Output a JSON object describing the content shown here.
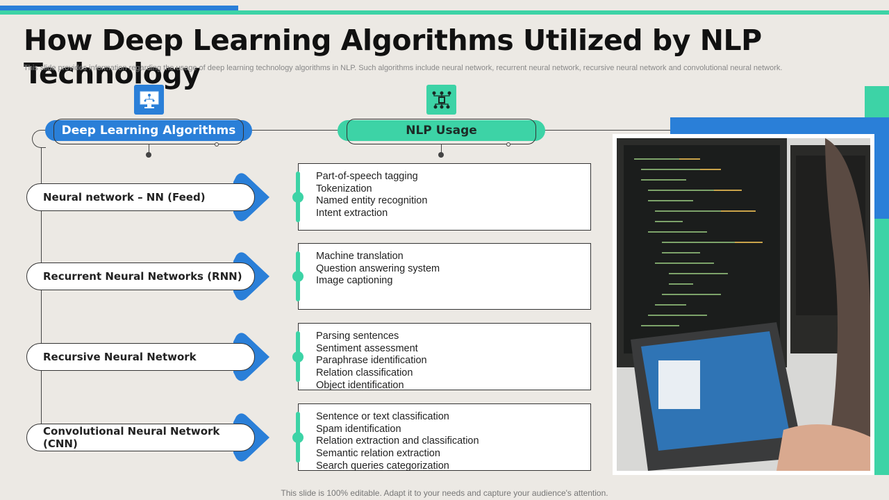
{
  "title": "How Deep Learning Algorithms Utilized by NLP Technology",
  "subtitle": "This slide provides information regarding the usage of deep learning technology algorithms in NLP. Such algorithms include neural network, recurrent neural network, recursive neural network and convolutional neural network.",
  "headers": {
    "left": "Deep Learning Algorithms",
    "right": "NLP Usage"
  },
  "rows": [
    {
      "algorithm": "Neural network – NN (Feed)",
      "usages": [
        "Part-of-speech tagging",
        "Tokenization",
        "Named entity recognition",
        "Intent extraction"
      ]
    },
    {
      "algorithm": "Recurrent Neural Networks (RNN)",
      "usages": [
        "Machine translation",
        "Question answering system",
        "Image captioning"
      ]
    },
    {
      "algorithm": "Recursive Neural Network",
      "usages": [
        "Parsing sentences",
        "Sentiment assessment",
        "Paraphrase identification",
        "Relation classification",
        "Object identification"
      ]
    },
    {
      "algorithm": "Convolutional Neural Network (CNN)",
      "usages": [
        "Sentence or text classification",
        "Spam identification",
        "Relation extraction and classification",
        "Semantic relation extraction",
        "Search queries categorization"
      ]
    }
  ],
  "footer": "This slide is 100% editable. Adapt it to your needs and capture your audience's attention.",
  "colors": {
    "blue": "#2a7fd8",
    "teal": "#3dd3a6",
    "background": "#ece9e4"
  },
  "icons": {
    "left": "computer-network-icon",
    "right": "circuit-chip-icon"
  }
}
